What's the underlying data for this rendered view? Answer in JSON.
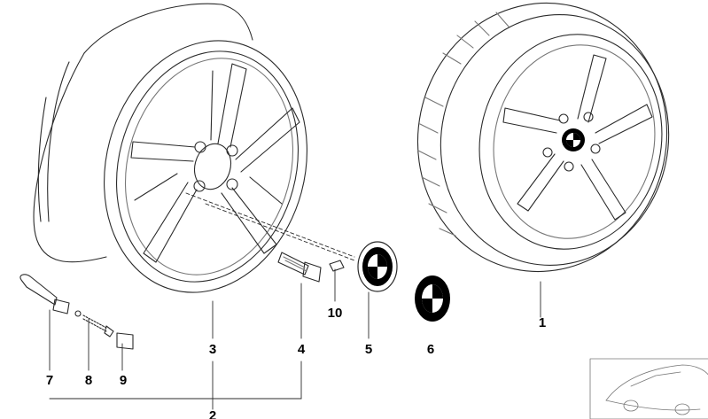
{
  "callouts": {
    "tire": "1",
    "common": "2",
    "rim": "3",
    "bolt": "4",
    "hubcap_rim": "5",
    "hubcap": "6",
    "valve": "7",
    "valve_core": "8",
    "valve_cap": "9",
    "balance_weight": "10"
  },
  "colors": {
    "line": "#2b2b2b",
    "light_line": "#777777",
    "emblem_black": "#000000",
    "emblem_white": "#ffffff",
    "background": "#ffffff"
  }
}
